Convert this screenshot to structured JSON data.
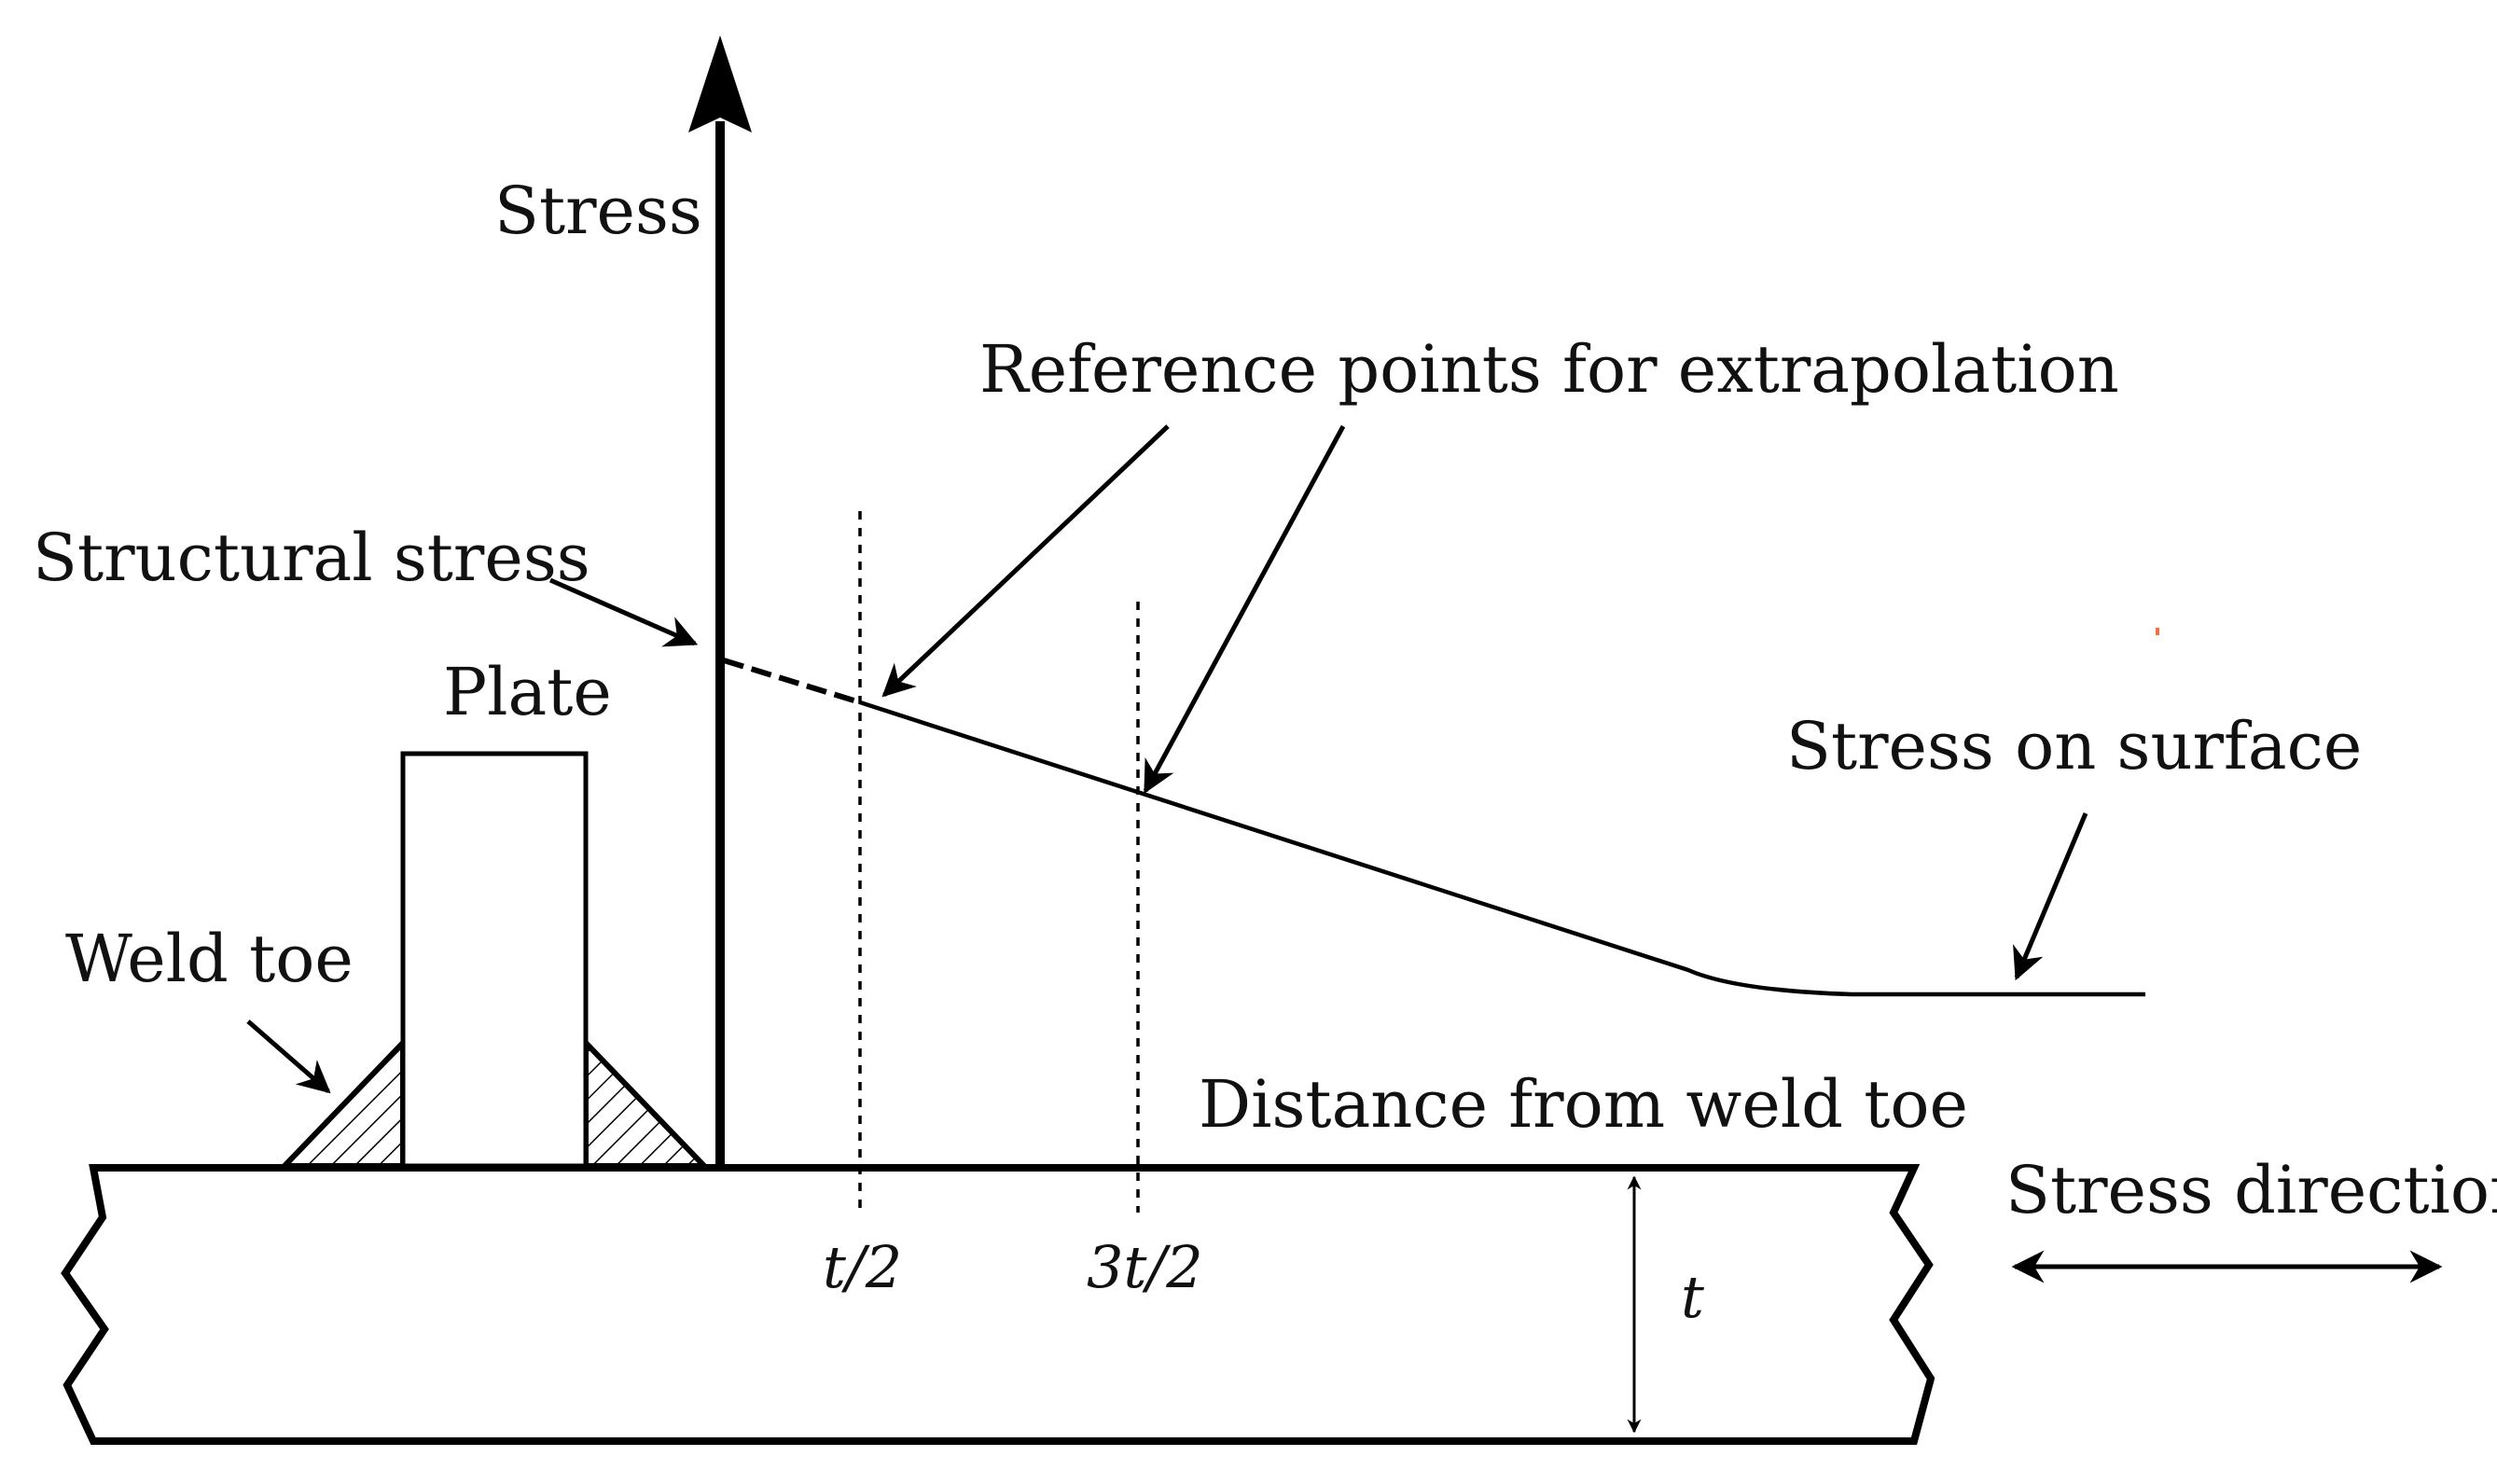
{
  "labels": {
    "stress": "Stress",
    "reference_points": "Reference points for extrapolation",
    "structural_stress": "Structural stress",
    "plate": "Plate",
    "stress_on_surface": "Stress on surface",
    "weld_toe": "Weld toe",
    "distance_from_weld_toe": "Distance from weld toe",
    "stress_direction": "Stress direction",
    "t_half": "t/2",
    "three_t_half": "3t/2",
    "t": "t"
  },
  "colors": {
    "line": "#000000",
    "text": "#111111",
    "stray_mark": "#ff6a3d"
  }
}
